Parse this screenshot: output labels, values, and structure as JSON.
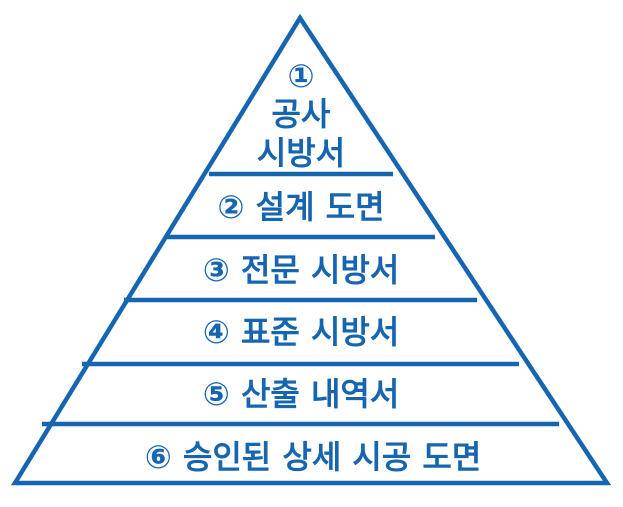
{
  "diagram": {
    "color": "#1565b0",
    "tiers": [
      {
        "lines": [
          "①",
          "공사",
          "시방서"
        ]
      },
      {
        "lines": [
          "② 설계 도면"
        ]
      },
      {
        "lines": [
          "③ 전문 시방서"
        ]
      },
      {
        "lines": [
          "④ 표준 시방서"
        ]
      },
      {
        "lines": [
          "⑤ 산출 내역서"
        ]
      },
      {
        "lines": [
          "⑥ 승인된 상세 시공 도면"
        ]
      }
    ]
  }
}
